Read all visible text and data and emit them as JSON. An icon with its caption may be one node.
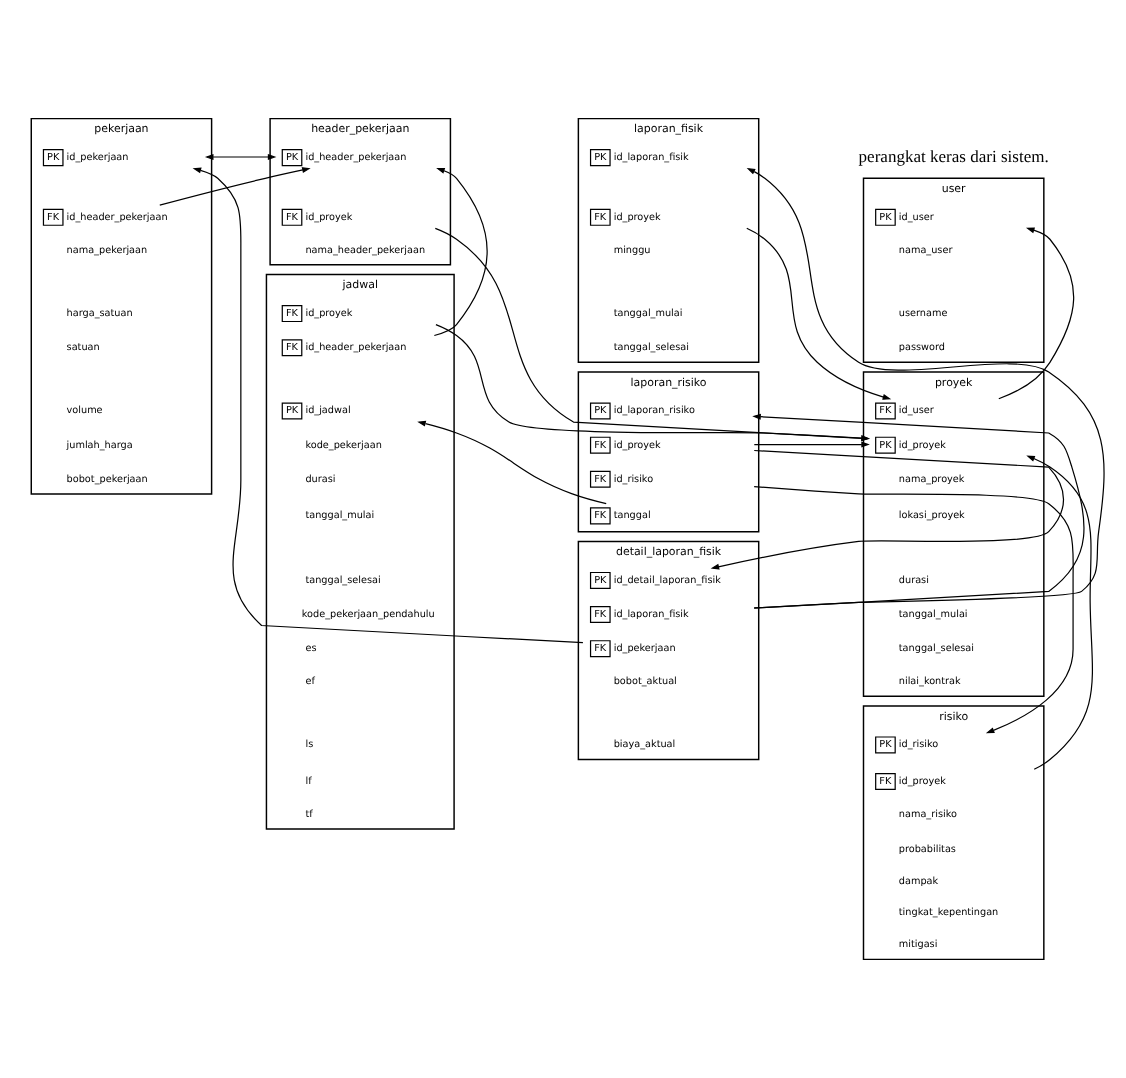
{
  "diagram": {
    "nodes": [
      {
        "text": [
          "user"
        ]
      },
      {
        "text": [
          "PK",
          "id_user"
        ],
        "in": 0
      },
      {
        "text": [
          "nama_user"
        ],
        "in": 0
      },
      {
        "text": [
          "username"
        ],
        "in": 0
      },
      {
        "text": [
          "password"
        ],
        "in": 0
      },
      {
        "text": [
          "proyek"
        ]
      },
      {
        "text": [
          "FK",
          "id_user"
        ],
        "in": 5
      },
      {
        "text": [
          "PK",
          "id_proyek"
        ],
        "in": 5
      },
      {
        "text": [
          "nama_proyek"
        ],
        "in": 5
      },
      {
        "text": [
          "lokasi_proyek"
        ],
        "in": 5
      },
      {
        "text": [
          "durasi"
        ],
        "in": 5
      },
      {
        "text": [
          "tanggal_mulai"
        ],
        "in": 5
      },
      {
        "text": [
          "tanggal_selesai"
        ],
        "in": 5
      },
      {
        "text": [
          "nilai_kontrak"
        ],
        "in": 5
      },
      {
        "text": [
          "header_pekerjaan"
        ]
      },
      {
        "text": [
          "PK",
          "id_header_pekerjaan"
        ],
        "in": 14
      },
      {
        "text": [
          "FK",
          "id_proyek"
        ],
        "in": 14
      },
      {
        "text": [
          "nama_header_pekerjaan"
        ],
        "in": 14
      },
      {
        "text": [
          "laporan_fisik"
        ]
      },
      {
        "text": [
          "PK",
          "id_laporan_fisik"
        ],
        "in": 18
      },
      {
        "text": [
          "FK",
          "id_proyek"
        ],
        "in": 18
      },
      {
        "text": [
          "minggu"
        ],
        "in": 18
      },
      {
        "text": [
          "tanggal_mulai"
        ],
        "in": 18
      },
      {
        "text": [
          "tanggal_selesai"
        ],
        "in": 18
      },
      {
        "text": [
          "jadwal"
        ]
      },
      {
        "text": [
          "FK",
          "id_proyek"
        ],
        "in": 24
      },
      {
        "text": [
          "FK",
          "id_header_pekerjaan"
        ],
        "in": 24
      },
      {
        "text": [
          "PK",
          "id_jadwal"
        ],
        "in": 24
      },
      {
        "text": [
          "kode_pekerjaan"
        ],
        "in": 24
      },
      {
        "text": [
          "durasi"
        ],
        "in": 24
      },
      {
        "text": [
          "tanggal_mulai"
        ],
        "in": 24
      },
      {
        "text": [
          "tanggal_selesai"
        ],
        "in": 24
      },
      {
        "text": [
          "kode_pekerjaan_pendahulu"
        ],
        "in": 24
      },
      {
        "text": [
          "es"
        ],
        "in": 24
      },
      {
        "text": [
          "ef"
        ],
        "in": 24
      },
      {
        "text": [
          "ls"
        ],
        "in": 24
      },
      {
        "text": [
          "lf"
        ],
        "in": 24
      },
      {
        "text": [
          "tf"
        ],
        "in": 24
      },
      {
        "text": [
          "pekerjaan"
        ]
      },
      {
        "text": [
          "PK",
          "id_pekerjaan"
        ],
        "in": 38
      },
      {
        "text": [
          "FK",
          "id_header_pekerjaan"
        ],
        "in": 38
      },
      {
        "text": [
          "nama_pekerjaan"
        ],
        "in": 38
      },
      {
        "text": [
          "harga_satuan"
        ],
        "in": 38
      },
      {
        "text": [
          "satuan"
        ],
        "in": 38
      },
      {
        "text": [
          "volume"
        ],
        "in": 38
      },
      {
        "text": [
          "jumlah_harga"
        ],
        "in": 38
      },
      {
        "text": [
          "bobot_pekerjaan"
        ],
        "in": 38
      },
      {
        "text": [
          "risiko"
        ]
      },
      {
        "text": [
          "PK",
          "id_risiko"
        ],
        "in": 47
      },
      {
        "text": [
          "FK",
          "id_proyek"
        ],
        "in": 47
      },
      {
        "text": [
          "nama_risiko"
        ],
        "in": 47
      },
      {
        "text": [
          "probabilitas"
        ],
        "in": 47
      },
      {
        "text": [
          "dampak"
        ],
        "in": 47
      },
      {
        "text": [
          "tingkat_kepentingan"
        ],
        "in": 47
      },
      {
        "text": [
          "mitigasi"
        ],
        "in": 47
      },
      {
        "text": [
          "laporan_risiko"
        ]
      },
      {
        "text": [
          "PK",
          "id_laporan_risiko"
        ],
        "in": 55
      },
      {
        "text": [
          "FK",
          "id_proyek"
        ],
        "in": 55
      },
      {
        "text": [
          "FK",
          "id_risiko"
        ],
        "in": 55
      },
      {
        "text": [
          "FK",
          "tanggal"
        ],
        "in": 55
      },
      {
        "text": [
          "detail_laporan_fisik"
        ]
      },
      {
        "text": [
          "PK",
          "id_detail_laporan_fisik"
        ],
        "in": 60
      },
      {
        "text": [
          "FK",
          "id_laporan_fisik"
        ],
        "in": 60
      },
      {
        "text": [
          "FK",
          "id_pekerjaan"
        ],
        "in": 60
      },
      {
        "text": [
          "bobot_aktual"
        ],
        "in": 60
      },
      {
        "text": [
          "biaya_aktual"
        ],
        "in": 60
      }
    ],
    "edges": [
      {
        "from": 6,
        "to": 1,
        "arrow": "to"
      },
      {
        "from": 16,
        "to": 7,
        "arrow": "to"
      },
      {
        "from": 25,
        "to": 7,
        "arrow": "to"
      },
      {
        "from": 20,
        "to": 6,
        "arrow": "to"
      },
      {
        "from": 57,
        "to": 7,
        "arrow": "to"
      },
      {
        "from": 49,
        "to": 7,
        "arrow": "to"
      },
      {
        "from": 58,
        "to": 48,
        "arrow": "to"
      },
      {
        "from": 59,
        "to": 27,
        "arrow": "to"
      },
      {
        "from": 62,
        "to": 19,
        "arrow": "to"
      },
      {
        "from": 62,
        "to": 56,
        "arrow": "to"
      },
      {
        "from": 57,
        "to": 61,
        "arrow": "to"
      },
      {
        "from": 63,
        "to": 39,
        "arrow": "to"
      },
      {
        "from": 40,
        "to": 15,
        "arrow": "to"
      },
      {
        "from": 26,
        "to": 15,
        "arrow": "to"
      },
      {
        "from": 15,
        "to": 39,
        "arrow": "both"
      }
    ],
    "labels": [
      "perangkat keras dari sistem."
    ]
  }
}
